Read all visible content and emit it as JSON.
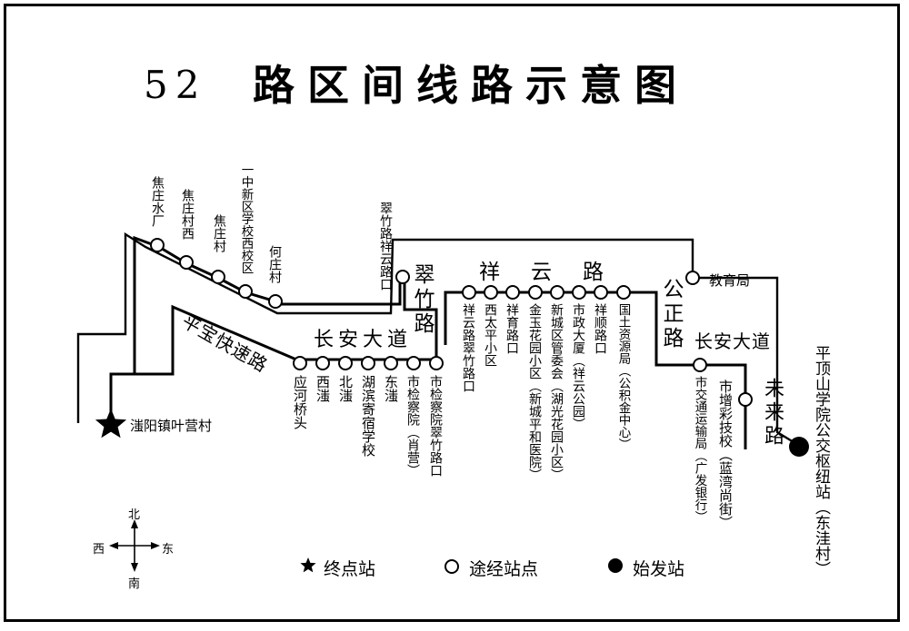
{
  "title_number": "52",
  "title_text": "路区间线路示意图",
  "roads": {
    "pingbao": "平宝快速路",
    "changan_west": "长安大道",
    "cuizhu": "翠竹路",
    "xiangyun": "祥云路",
    "gongzheng": "公正路",
    "changan_east": "长安大道",
    "weilai": "未来路"
  },
  "stops_upper": [
    "焦庄水厂",
    "焦庄村西",
    "焦庄村",
    "一中新区学校西校区",
    "何庄村"
  ],
  "stops_changan": [
    "应河桥头",
    "西滍",
    "北滍",
    "湖滨寄宿学校",
    "东滍",
    "市检察院（肖营）",
    "市检察院翠竹路口"
  ],
  "stop_cuizhu_top": "翠竹路祥云路口",
  "stops_xiangyun": [
    "祥云路翠竹路口",
    "西太平小区",
    "祥育路口",
    "金玉花园小区（新城平和医院）",
    "新城区管委会（湖光花园小区）",
    "市政大厦（祥云公园）",
    "祥顺路口",
    "国土资源局（公积金中心）"
  ],
  "stop_jiaoyuju": "教育局",
  "stops_changan_east": [
    "市交通运输局（广发银行）",
    "市增彩技校（蓝湾尚街）"
  ],
  "start_station": "平顶山学院公交枢纽站（东洼村）",
  "terminal_station": "滍阳镇叶营村",
  "legend": {
    "terminal": "终点站",
    "via": "途经站点",
    "start": "始发站"
  },
  "compass": {
    "north": "北",
    "south": "南",
    "west": "西",
    "east": "东"
  }
}
